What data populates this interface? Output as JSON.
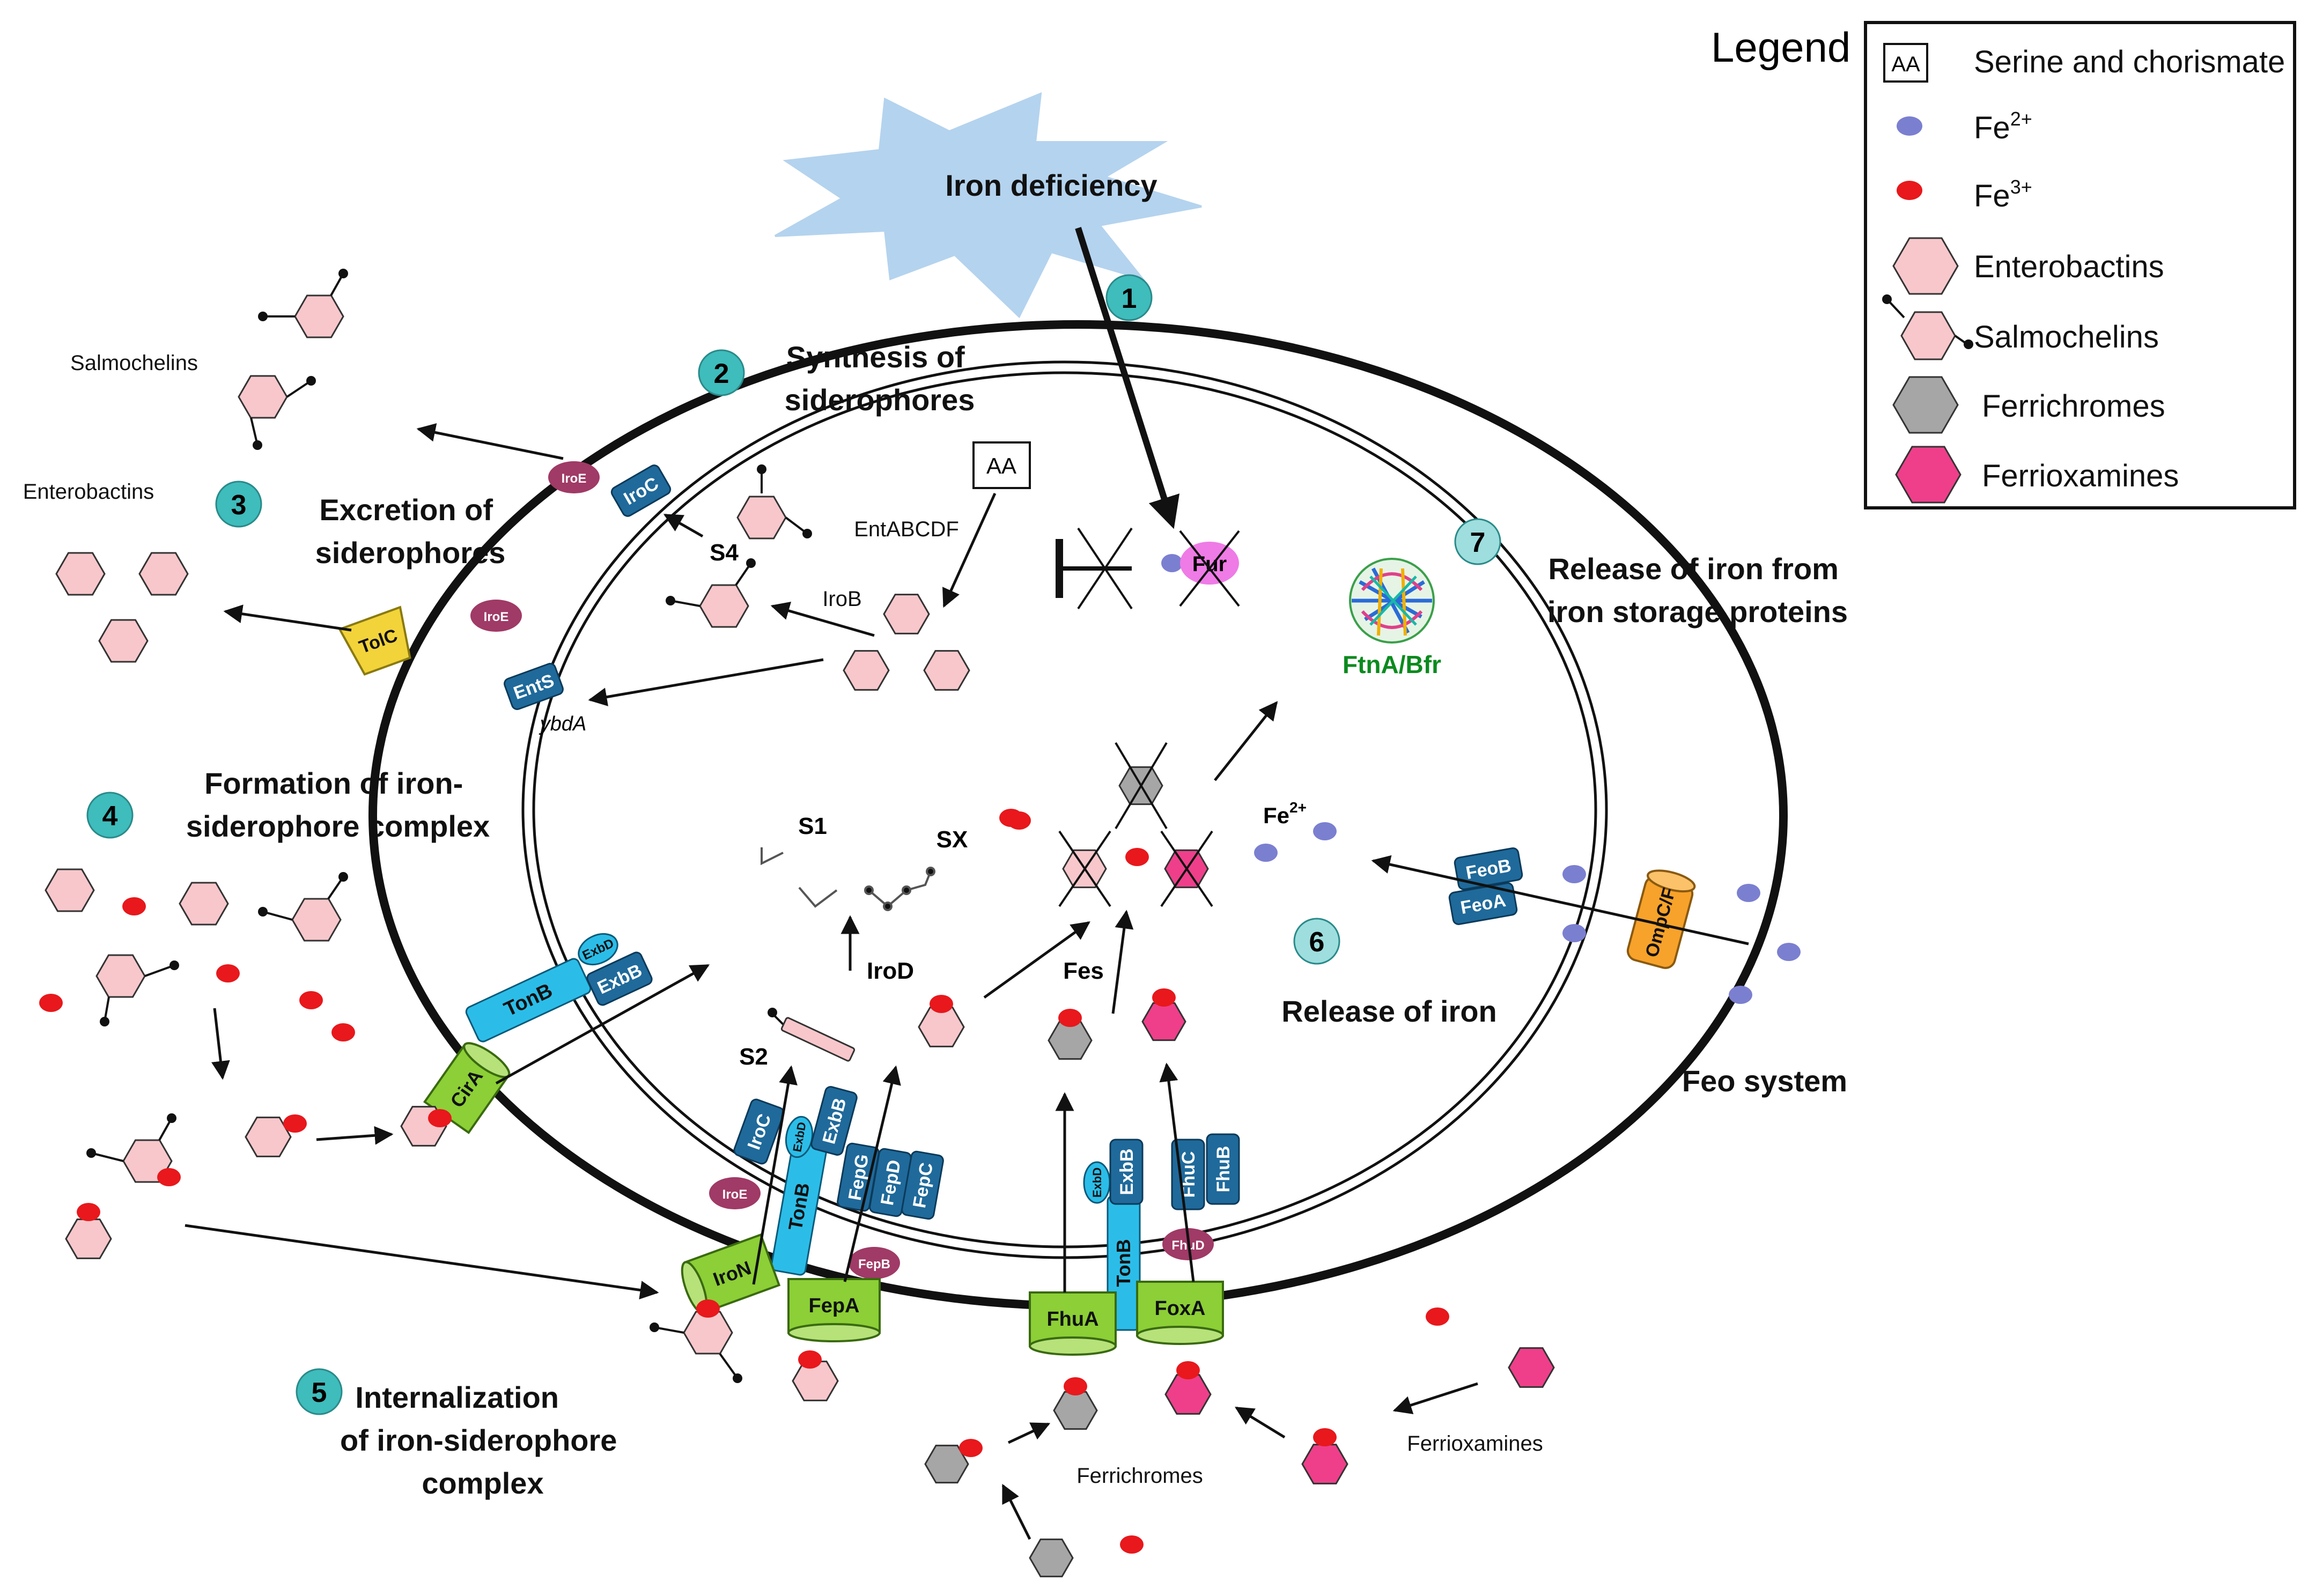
{
  "legend": {
    "title": "Legend",
    "items": [
      {
        "symbol": "AA",
        "label": "Serine and chorismate"
      },
      {
        "label": "Fe",
        "sup": "2+"
      },
      {
        "label": "Fe",
        "sup": "3+"
      },
      {
        "label": "Enterobactins"
      },
      {
        "label": "Salmochelins"
      },
      {
        "label": "Ferrichromes"
      },
      {
        "label": "Ferrioxamines"
      }
    ]
  },
  "trigger": {
    "label": "Iron deficiency"
  },
  "steps": [
    {
      "num": "1",
      "label_lines": []
    },
    {
      "num": "2",
      "label_lines": [
        "Synthesis of",
        "siderophores"
      ]
    },
    {
      "num": "3",
      "label_lines": [
        "Excretion of",
        "siderophores"
      ]
    },
    {
      "num": "4",
      "label_lines": [
        "Formation of iron-",
        "siderophore complex"
      ]
    },
    {
      "num": "5",
      "label_lines": [
        "Internalization",
        "of iron-siderophore",
        "complex"
      ]
    },
    {
      "num": "6",
      "label_lines": [
        "Release of iron"
      ]
    },
    {
      "num": "7",
      "label_lines": [
        "Release of iron from",
        "iron storage proteins"
      ]
    }
  ],
  "labels": {
    "salmochelins": "Salmochelins",
    "enterobactins": "Enterobactins",
    "ferrichromes": "Ferrichromes",
    "ferrioxamines": "Ferrioxamines",
    "feo_system": "Feo system",
    "aa_box": "AA",
    "entabcdf": "EntABCDF",
    "irob": "IroB",
    "s4": "S4",
    "s1": "S1",
    "s2": "S2",
    "sx": "SX",
    "irod": "IroD",
    "fes": "Fes",
    "fe2_inner": "Fe",
    "fe2_inner_sup": "2+",
    "ybda": "ybdA",
    "fur": "Fur",
    "ftna_bfr": "FtnA/Bfr"
  },
  "proteins": {
    "iroe_top": "IroE",
    "iroc_top": "IroC",
    "iroe_mid": "IroE",
    "ents": "EntS",
    "tolc": "TolC",
    "tonb_left": "TonB",
    "exbd_left": "ExbD",
    "exbb_left": "ExbB",
    "cira": "CirA",
    "iroc_bottom": "IroC",
    "exbd_bottom": "ExbD",
    "exbb_bottom": "ExbB",
    "tonb_bottom": "TonB",
    "fepg": "FepG",
    "fepd": "FepD",
    "fepc": "FepC",
    "iroe_bottom": "IroE",
    "fepb": "FepB",
    "iron": "IroN",
    "fepa": "FepA",
    "exbd_right": "ExbD",
    "exbb_right": "ExbB",
    "tonb_right": "TonB",
    "fhuc": "FhuC",
    "fhub": "FhuB",
    "fhud": "FhuD",
    "fhua": "FhuA",
    "foxa": "FoxA",
    "feob": "FeoB",
    "feoa": "FeoA",
    "ompcf": "OmpC/F"
  },
  "colors": {
    "outer_membrane": "#000000",
    "burst_fill": "#b4d3ee",
    "step_circle": "#3fbcbc",
    "step_circle_light": "#9fdede",
    "inner_protein": "#1f6a9b",
    "tonb": "#2bbde8",
    "outer_barrel": "#8ccf36",
    "tolc": "#f2d33a",
    "ompcf": "#f7a22a",
    "small_protein": "#a03a66",
    "enterobactin": "#f7c7cb",
    "ferrichrome": "#a6a6a6",
    "ferrioxamine": "#ef3f8a",
    "fe2": "#7b7fd0",
    "fe3": "#e8181c",
    "fur": "#ef7be6",
    "ftna_label": "#0b8a1e"
  }
}
